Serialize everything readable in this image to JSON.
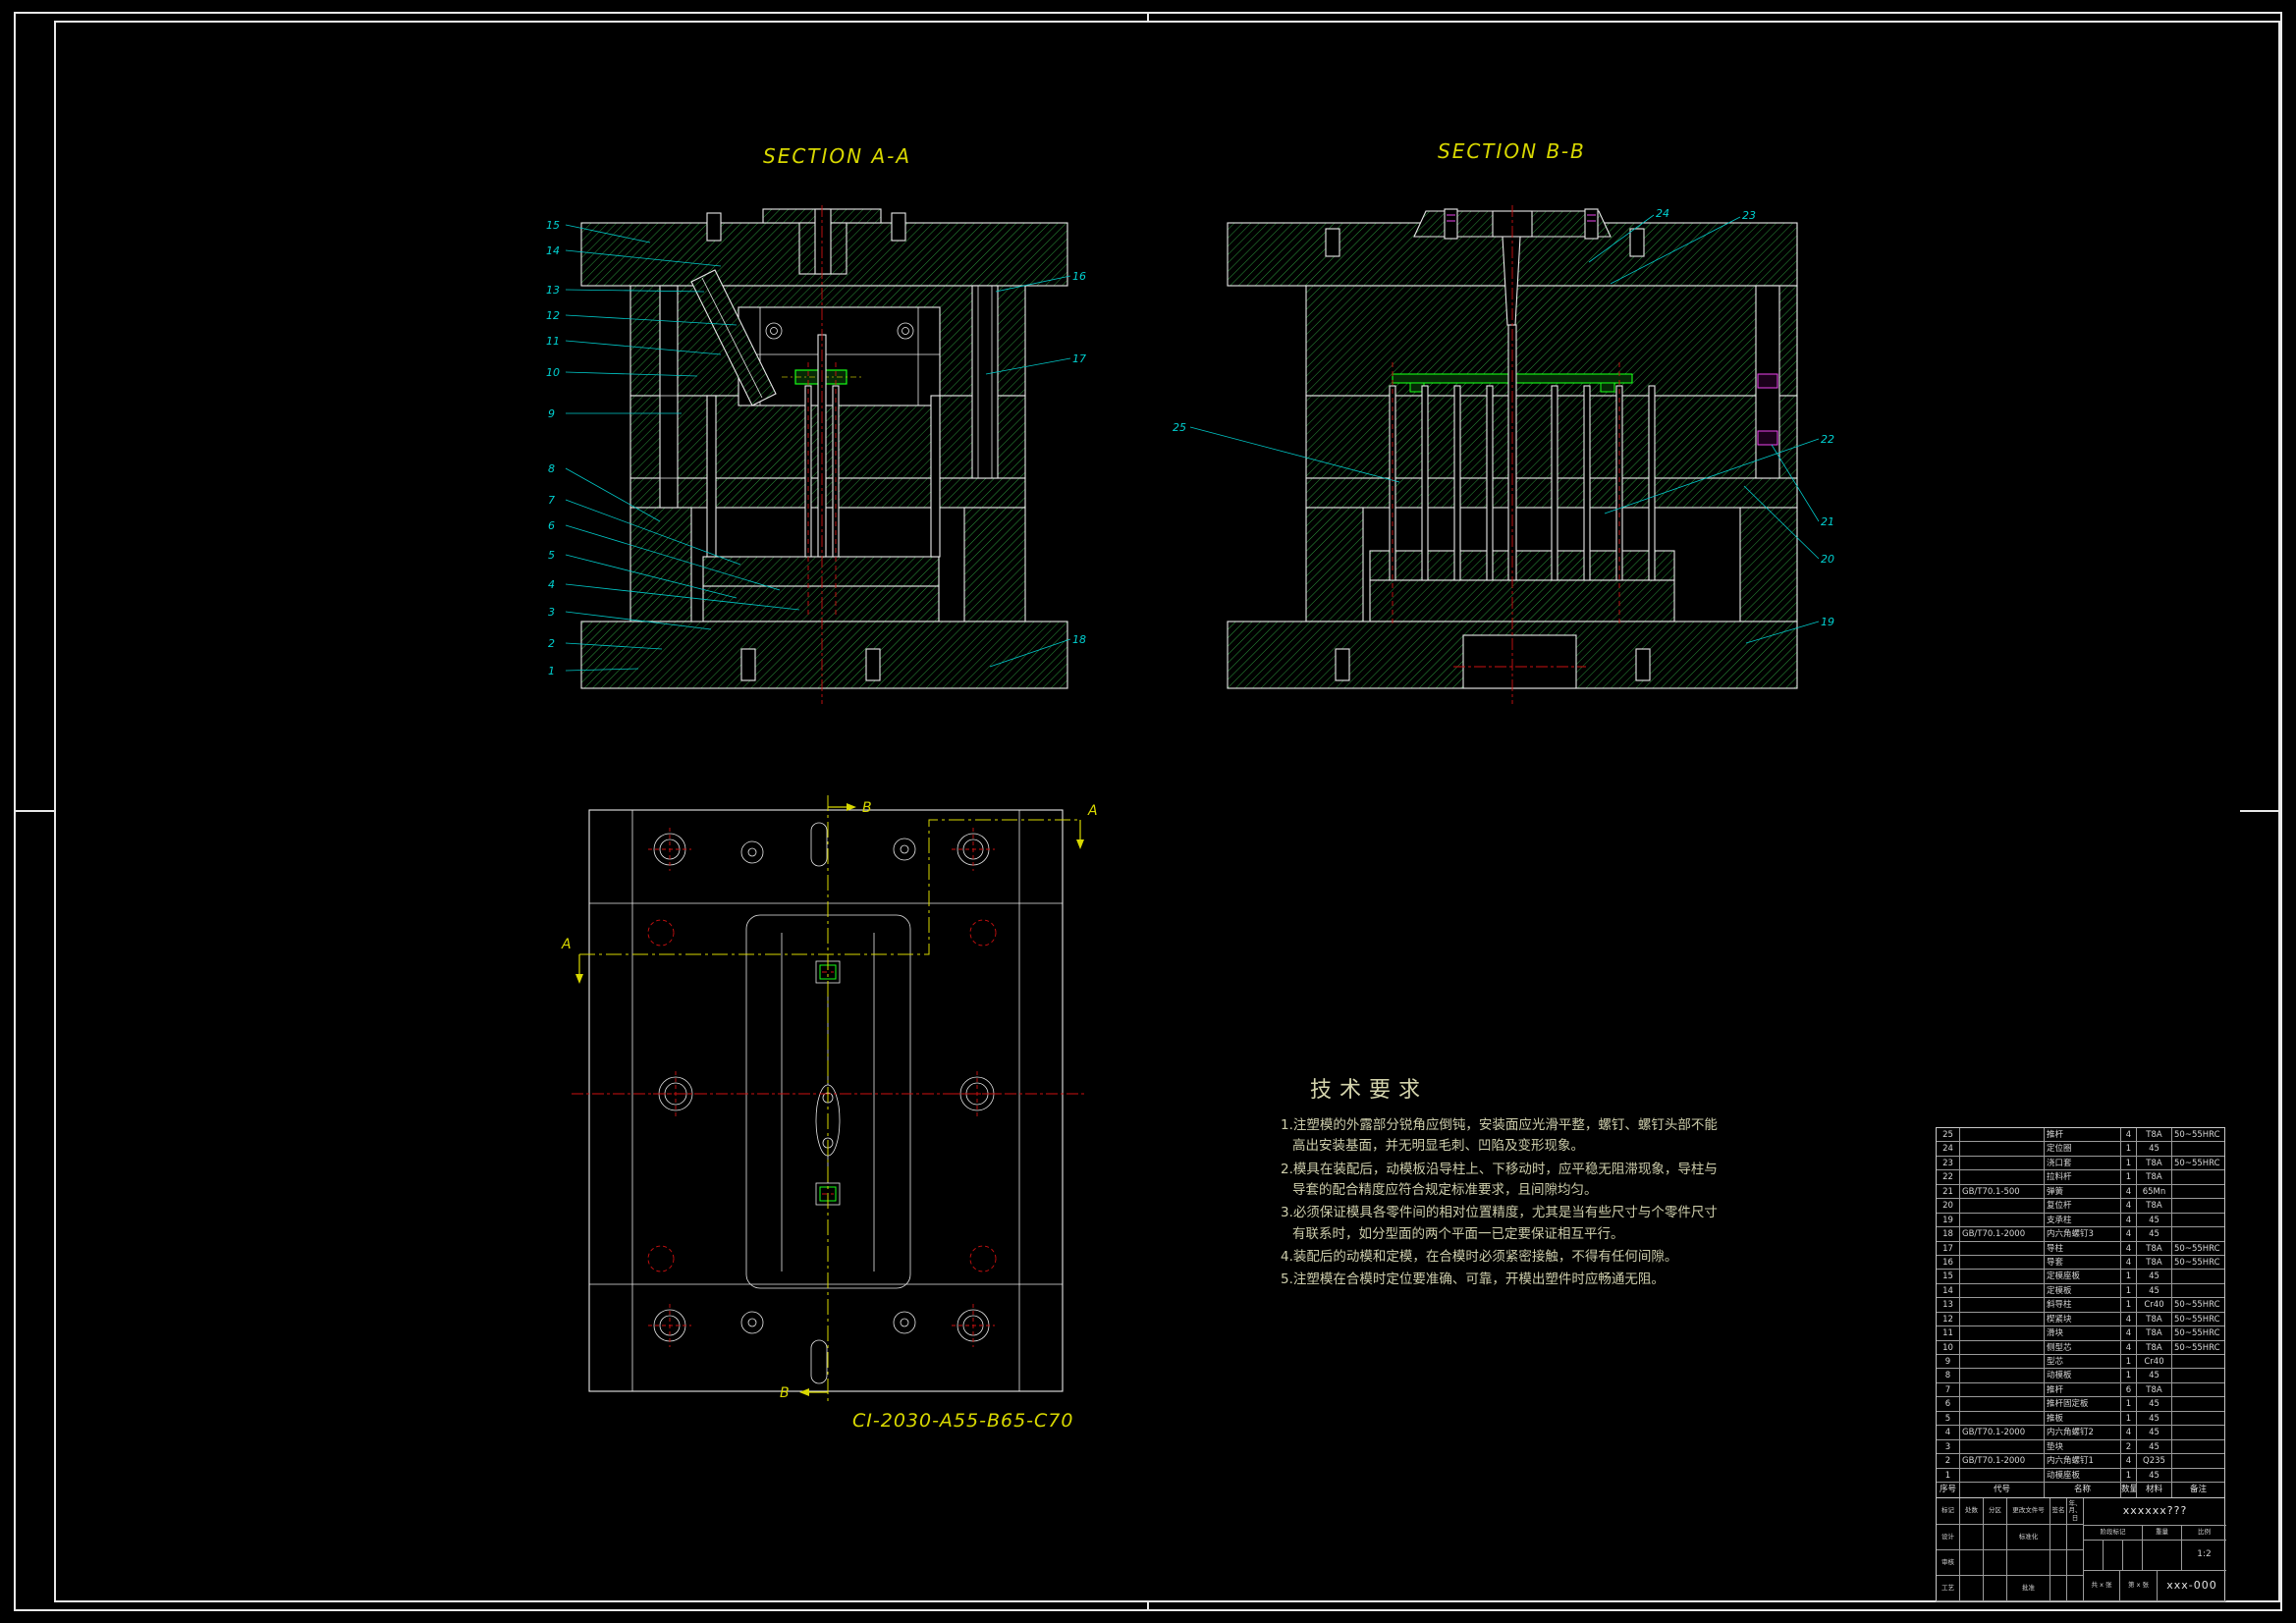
{
  "colors": {
    "background": "#000000",
    "frame": "#e8e8e8",
    "hatch_green": "#2c963c",
    "callout_cyan": "#00d0d0",
    "centerline_red": "#cc1111",
    "accent_yellow": "#d8d800",
    "highlight_green": "#16ff16",
    "magenta": "#ee44ee"
  },
  "sections": {
    "a": {
      "title": "SECTION A-A",
      "callouts": [
        "1",
        "2",
        "3",
        "4",
        "5",
        "6",
        "7",
        "8",
        "9",
        "10",
        "11",
        "12",
        "13",
        "14",
        "15",
        "16",
        "17",
        "18"
      ]
    },
    "b": {
      "title": "SECTION B-B",
      "callouts": [
        "19",
        "20",
        "21",
        "22",
        "23",
        "24",
        "25"
      ]
    }
  },
  "plan": {
    "label": "CI-2030-A55-B65-C70",
    "marks": {
      "a": "A",
      "b": "B"
    }
  },
  "tech_req": {
    "title": "技术要求",
    "items": [
      "1.注塑模的外露部分锐角应倒钝，安装面应光滑平整，螺钉、螺钉头部不能高出安装基面，并无明显毛刺、凹陷及变形现象。",
      "2.模具在装配后，动模板沿导柱上、下移动时，应平稳无阻滞现象，导柱与导套的配合精度应符合规定标准要求，且间隙均匀。",
      "3.必须保证模具各零件间的相对位置精度，尤其是当有些尺寸与个零件尺寸有联系时，如分型面的两个平面一已定要保证相互平行。",
      "4.装配后的动模和定模，在合模时必须紧密接触，不得有任何间隙。",
      "5.注塑模在合模时定位要准确、可靠，开模出塑件时应畅通无阻。"
    ]
  },
  "bom": {
    "header": [
      "序号",
      "代号",
      "名称",
      "数量",
      "材料",
      "备注"
    ],
    "rows": [
      {
        "no": "25",
        "code": "",
        "name": "推杆",
        "qty": "4",
        "mat": "T8A",
        "rem": "50~55HRC"
      },
      {
        "no": "24",
        "code": "",
        "name": "定位圈",
        "qty": "1",
        "mat": "45",
        "rem": ""
      },
      {
        "no": "23",
        "code": "",
        "name": "浇口套",
        "qty": "1",
        "mat": "T8A",
        "rem": "50~55HRC"
      },
      {
        "no": "22",
        "code": "",
        "name": "拉料杆",
        "qty": "1",
        "mat": "T8A",
        "rem": ""
      },
      {
        "no": "21",
        "code": "GB/T70.1-500",
        "name": "弹簧",
        "qty": "4",
        "mat": "65Mn",
        "rem": ""
      },
      {
        "no": "20",
        "code": "",
        "name": "复位杆",
        "qty": "4",
        "mat": "T8A",
        "rem": ""
      },
      {
        "no": "19",
        "code": "",
        "name": "支承柱",
        "qty": "4",
        "mat": "45",
        "rem": ""
      },
      {
        "no": "18",
        "code": "GB/T70.1-2000",
        "name": "内六角螺钉3",
        "qty": "4",
        "mat": "45",
        "rem": ""
      },
      {
        "no": "17",
        "code": "",
        "name": "导柱",
        "qty": "4",
        "mat": "T8A",
        "rem": "50~55HRC"
      },
      {
        "no": "16",
        "code": "",
        "name": "导套",
        "qty": "4",
        "mat": "T8A",
        "rem": "50~55HRC"
      },
      {
        "no": "15",
        "code": "",
        "name": "定模座板",
        "qty": "1",
        "mat": "45",
        "rem": ""
      },
      {
        "no": "14",
        "code": "",
        "name": "定模板",
        "qty": "1",
        "mat": "45",
        "rem": ""
      },
      {
        "no": "13",
        "code": "",
        "name": "斜导柱",
        "qty": "1",
        "mat": "Cr40",
        "rem": "50~55HRC"
      },
      {
        "no": "12",
        "code": "",
        "name": "楔紧块",
        "qty": "4",
        "mat": "T8A",
        "rem": "50~55HRC"
      },
      {
        "no": "11",
        "code": "",
        "name": "滑块",
        "qty": "4",
        "mat": "T8A",
        "rem": "50~55HRC"
      },
      {
        "no": "10",
        "code": "",
        "name": "侧型芯",
        "qty": "4",
        "mat": "T8A",
        "rem": "50~55HRC"
      },
      {
        "no": "9",
        "code": "",
        "name": "型芯",
        "qty": "1",
        "mat": "Cr40",
        "rem": ""
      },
      {
        "no": "8",
        "code": "",
        "name": "动模板",
        "qty": "1",
        "mat": "45",
        "rem": ""
      },
      {
        "no": "7",
        "code": "",
        "name": "推杆",
        "qty": "6",
        "mat": "T8A",
        "rem": ""
      },
      {
        "no": "6",
        "code": "",
        "name": "推杆固定板",
        "qty": "1",
        "mat": "45",
        "rem": ""
      },
      {
        "no": "5",
        "code": "",
        "name": "推板",
        "qty": "1",
        "mat": "45",
        "rem": ""
      },
      {
        "no": "4",
        "code": "GB/T70.1-2000",
        "name": "内六角螺钉2",
        "qty": "4",
        "mat": "45",
        "rem": ""
      },
      {
        "no": "3",
        "code": "",
        "name": "垫块",
        "qty": "2",
        "mat": "45",
        "rem": ""
      },
      {
        "no": "2",
        "code": "GB/T70.1-2000",
        "name": "内六角螺钉1",
        "qty": "4",
        "mat": "Q235",
        "rem": ""
      },
      {
        "no": "1",
        "code": "",
        "name": "动模座板",
        "qty": "1",
        "mat": "45",
        "rem": ""
      }
    ]
  },
  "title_block": {
    "rev_row": [
      "标记",
      "处数",
      "分区",
      "更改文件号",
      "签名",
      "年、月、日"
    ],
    "design": "设计",
    "check": "审核",
    "process": "工艺",
    "standardize": "标准化",
    "approve": "批准",
    "stage": "阶段标记",
    "weight": "重量",
    "scale": "比例",
    "scale_value": "1:2",
    "sheets_total": "共 x 张",
    "sheet_no": "第 x 张",
    "company": "xxxxxx???",
    "drawing_no": "xxx-000"
  }
}
